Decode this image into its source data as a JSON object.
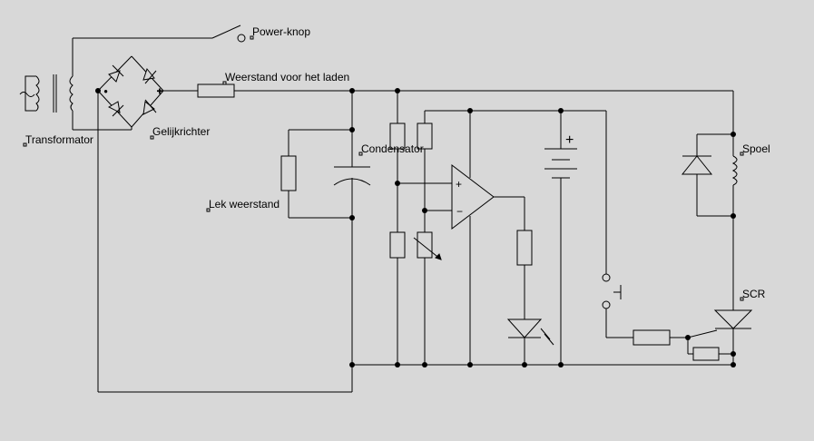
{
  "diagram": {
    "background": "#d8d8d8",
    "wire_color": "#000000",
    "labels": {
      "power_button": "Power-knop",
      "charging_resistor": "Weerstand voor het laden",
      "transformer": "Transformator",
      "rectifier": "Gelijkrichter",
      "capacitor": "Condensator",
      "leak_resistor": "Lek weerstand",
      "coil": "Spoel",
      "scr": "SCR"
    },
    "opamp_symbols": {
      "plus": "+",
      "minus": "−"
    },
    "battery_symbol": "+"
  }
}
